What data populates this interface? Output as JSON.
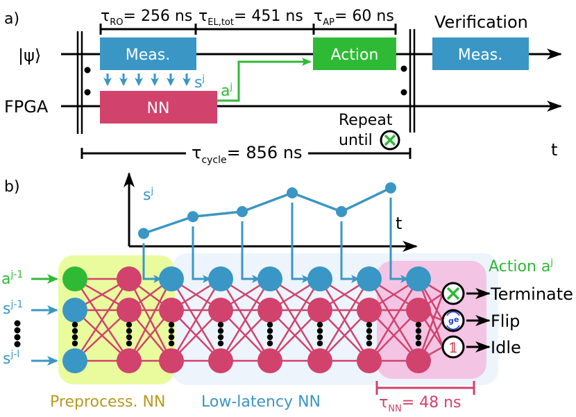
{
  "panel_a": {
    "label": "a)",
    "qubit_line": "|ψ⟩",
    "fpga_line": "FPGA",
    "time_axis": "t",
    "boxes": {
      "meas": "Meas.",
      "nn": "NN",
      "action": "Action",
      "verification_title": "Verification",
      "verification_meas": "Meas."
    },
    "signal_s": "s",
    "signal_s_sup": "j",
    "signal_a": "a",
    "signal_a_sup": "j",
    "repeat_line1": "Repeat",
    "repeat_line2": "until",
    "durations": {
      "ro_sym": "τ",
      "ro_sub": "RO",
      "ro_val": "= 256 ns",
      "el_sym": "τ",
      "el_sub": "EL,tot",
      "el_val": "= 451 ns",
      "ap_sym": "τ",
      "ap_sub": "AP",
      "ap_val": "= 60 ns",
      "cycle_sym": "τ",
      "cycle_sub": "cycle",
      "cycle_val": "= 856 ns"
    }
  },
  "panel_b": {
    "label": "b)",
    "plot_y_label": "s",
    "plot_y_sup": "j",
    "plot_x_label": "t",
    "signal_points": [
      0.15,
      0.42,
      0.5,
      0.8,
      0.5,
      0.88
    ],
    "inputs": [
      {
        "base": "a",
        "sup": "j-1",
        "color": "#2fba36"
      },
      {
        "base": "s",
        "sup": "j-1",
        "color": "#3a96c4"
      },
      {
        "base": "s",
        "sup": "j-l",
        "color": "#3a96c4"
      }
    ],
    "regions": {
      "preprocess": "Preprocess. NN",
      "low_latency": "Low-latency NN"
    },
    "tau_nn": {
      "sym": "τ",
      "sub": "NN",
      "val": "= 48 ns"
    },
    "action_title": "Action a",
    "action_title_sup": "j",
    "outputs": [
      {
        "label": "Terminate",
        "icon": "terminate-x-icon"
      },
      {
        "label": "Flip",
        "icon": "flip-g-e-icon"
      },
      {
        "label": "Idle",
        "icon": "identity-icon"
      }
    ],
    "identity_glyph": "𝟙",
    "flip_g": "g",
    "flip_e": "e"
  },
  "colors": {
    "blue": "#3a96c4",
    "green": "#2fba36",
    "pink": "#d1426c",
    "preprocess_bg": "#eafb9e",
    "lowlat_bg": "#edf4fc",
    "output_bg": "#f4c4e4",
    "preprocess_text": "#b79a1f"
  }
}
